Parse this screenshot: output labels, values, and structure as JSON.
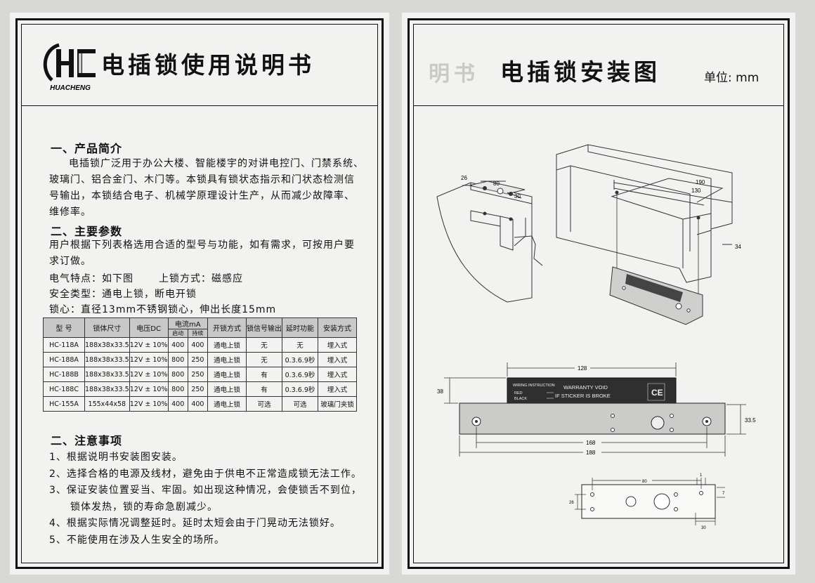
{
  "left_page": {
    "logo_text": "HUACHENG",
    "title": "电插锁使用说明书",
    "section1": {
      "heading": "一、产品简介",
      "lines": [
        "电插锁广泛用于办公大楼、智能楼宇的对讲电控门、门禁系统、",
        "玻璃门、铝合金门、木门等。本锁具有锁状态指示和门状态检测信",
        "号输出，本锁结合电子、机械学原理设计生产，从而减少故障率、",
        "维修率。"
      ]
    },
    "section2": {
      "heading": "二、主要参数",
      "lines": [
        "用户根据下列表格选用合适的型号与功能，如有需求，可按用户要",
        "求订做。"
      ],
      "electrical": "电气特点：如下图",
      "lock_mode": "上锁方式：磁感应",
      "safety": "安全类型：通电上锁，断电开锁",
      "lock_core": "锁心：直径13mm不锈钢锁心，伸出长度15mm"
    },
    "table": {
      "headers": [
        "型 号",
        "锁体尺寸",
        "电压DC",
        "电流mA",
        "开锁方式",
        "锁信号输出",
        "延时功能",
        "安装方式"
      ],
      "subheaders": [
        "启动",
        "持续"
      ],
      "rows": [
        [
          "HC-118A",
          "188x38x33.5",
          "12V ± 10%",
          "400",
          "400",
          "通电上锁",
          "无",
          "无",
          "埋入式"
        ],
        [
          "HC-188A",
          "188x38x33.5",
          "12V ± 10%",
          "800",
          "250",
          "通电上锁",
          "无",
          "0.3.6.9秒",
          "埋入式"
        ],
        [
          "HC-188B",
          "188x38x33.5",
          "12V ± 10%",
          "800",
          "250",
          "通电上锁",
          "有",
          "0.3.6.9秒",
          "埋入式"
        ],
        [
          "HC-188C",
          "188x38x33.5",
          "12V ± 10%",
          "800",
          "250",
          "通电上锁",
          "有",
          "0.3.6.9秒",
          "埋入式"
        ],
        [
          "HC-155A",
          "155x44x58",
          "12V ± 10%",
          "400",
          "400",
          "通电上锁",
          "可选",
          "可选",
          "玻璃门夹锁"
        ]
      ]
    },
    "section3": {
      "heading": "二、注意事项",
      "items": [
        "1、根据说明书安装图安装。",
        "2、选择合格的电源及线材，避免由于供电不正常造成锁无法工作。",
        "3、保证安装位置妥当、牢固。如出现这种情况，会使锁舌不到位，",
        "　　锁体发热，锁的寿命急剧减少。",
        "4、根据实际情况调整延时。延时太短会由于门晃动无法锁好。",
        "5、不能使用在涉及人生安全的场所。"
      ]
    }
  },
  "right_page": {
    "title": "电插锁安装图",
    "unit": "单位: mm",
    "ghost_title": "明书",
    "iso_dims": {
      "d26": "26",
      "d80": "80",
      "d30": "30",
      "d190": "190",
      "d130": "130",
      "d34": "34"
    },
    "front": {
      "dim_128": "128",
      "dim_38": "38",
      "dim_33_5": "33.5",
      "dim_168": "168",
      "dim_188": "188",
      "sticker_wiring": "WIRING INSTRUCTION",
      "sticker_red": "RED",
      "sticker_black": "BLACK",
      "warranty_line1": "WARRANTY VOID",
      "warranty_line2": "IF STICKER IS BROKE",
      "ce_mark": "CE"
    },
    "plate": {
      "dim_80": "80",
      "dim_26": "26",
      "dim_30": "30",
      "dim_7": "7",
      "dim_1": "1"
    }
  }
}
